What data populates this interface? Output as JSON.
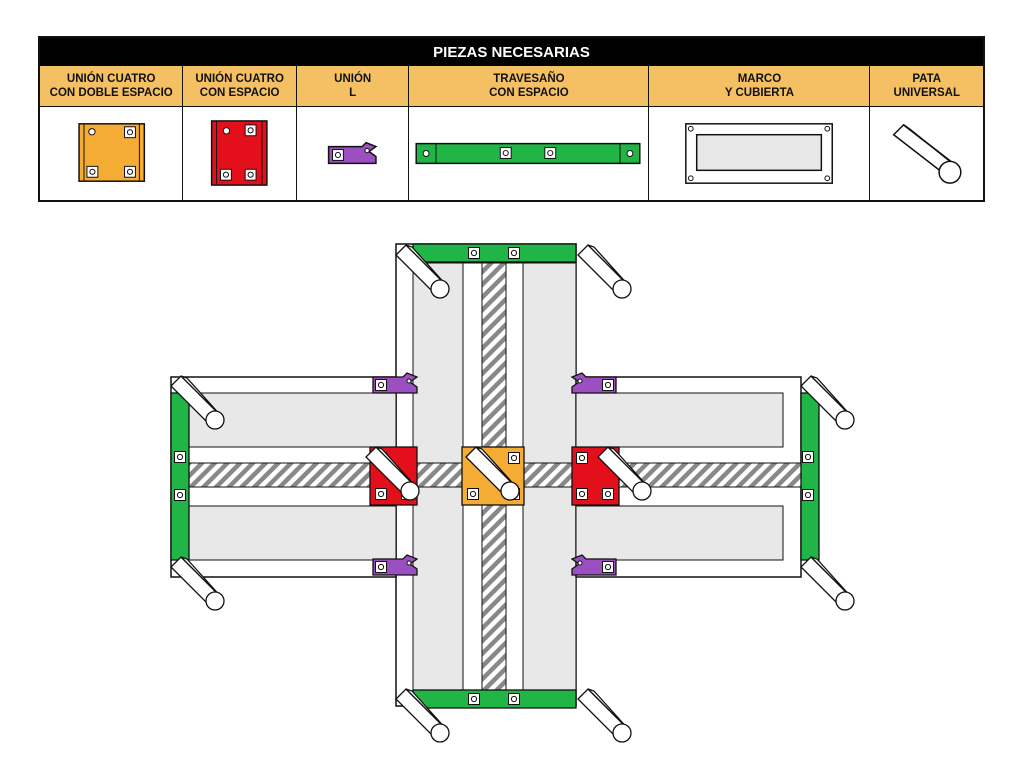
{
  "table": {
    "title": "PIEZAS NECESARIAS",
    "columns": [
      {
        "label": "UNIÓN CUATRO\nCON DOBLE ESPACIO",
        "icon": "four-way-double-spacer-joint"
      },
      {
        "label": "UNIÓN CUATRO\nCON ESPACIO",
        "icon": "four-way-spacer-joint"
      },
      {
        "label": "UNIÓN\nL",
        "icon": "l-joint"
      },
      {
        "label": "TRAVESAÑO\nCON ESPACIO",
        "icon": "spaced-crossbar"
      },
      {
        "label": "MARCO\nY CUBIERTA",
        "icon": "frame-and-cover"
      },
      {
        "label": "PATA\nUNIVERSAL",
        "icon": "universal-leg"
      }
    ]
  },
  "colors": {
    "orange": "#f5ac35",
    "header_orange": "#f5c063",
    "red": "#e3101c",
    "purple": "#9b4fc1",
    "green": "#21b548",
    "panel_gray": "#e8e8e8",
    "outline": "#111111"
  }
}
